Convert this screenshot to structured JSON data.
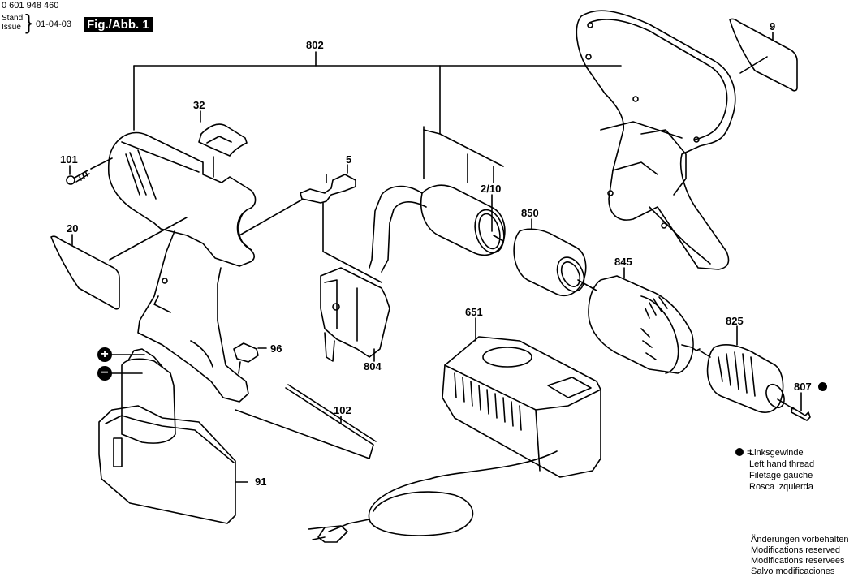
{
  "header": {
    "document_number": "0 601 948 460",
    "issue_label_de": "Stand",
    "issue_label_en": "Issue",
    "issue_date": "01-04-03",
    "figure_label": "Fig./Abb. 1"
  },
  "parts": {
    "assembly_802": "802",
    "label_9": "9",
    "label_32": "32",
    "label_5": "5",
    "label_101": "101",
    "label_20": "20",
    "label_2_10": "2/10",
    "label_850": "850",
    "label_845": "845",
    "label_651": "651",
    "label_825": "825",
    "label_807": "807",
    "label_804": "804",
    "label_96": "96",
    "label_102": "102",
    "label_91": "91"
  },
  "polarity": {
    "plus": "+",
    "minus": "−"
  },
  "legend": {
    "symbol": "left-hand-thread-dot",
    "equals": "=",
    "lines": [
      "Linksgewinde",
      "Left hand thread",
      "Filetage gauche",
      "Rosca izquierda"
    ]
  },
  "notes": {
    "lines": [
      "Änderungen vorbehalten",
      "Modifications reserved",
      "Modifications reservees",
      "Salvo modificaciones"
    ]
  }
}
